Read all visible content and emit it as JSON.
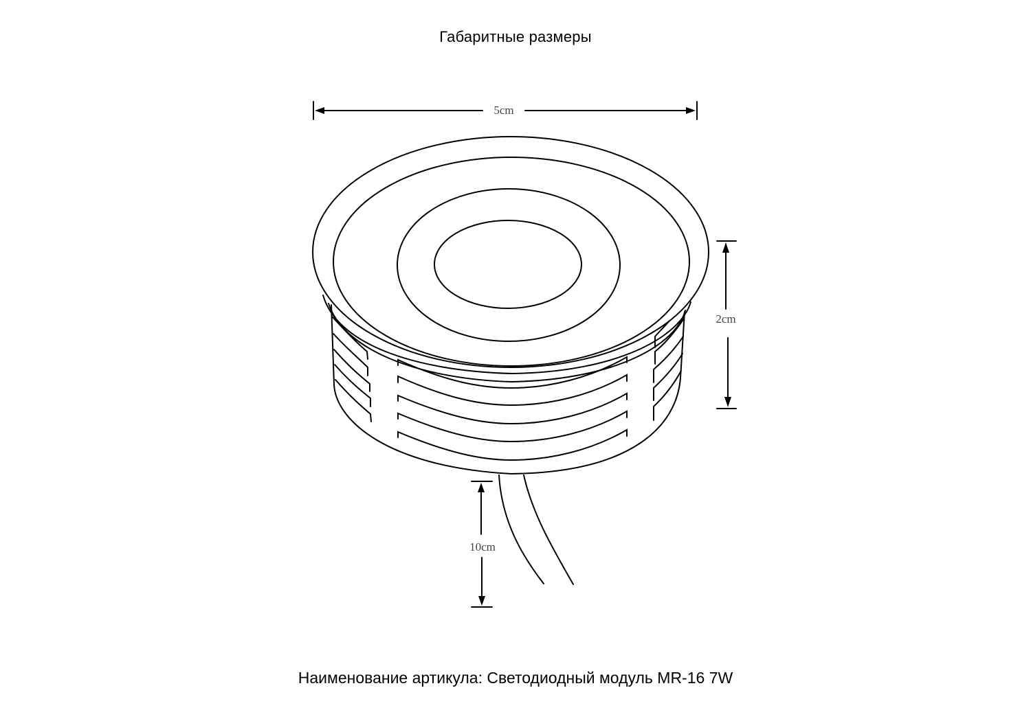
{
  "title": "Габаритные размеры",
  "caption": "Наименование артикула: Светодиодный модуль MR-16 7W",
  "dimensions": {
    "width": {
      "label": "5cm",
      "value": 5,
      "unit": "cm"
    },
    "height": {
      "label": "2cm",
      "value": 2,
      "unit": "cm"
    },
    "cable_length": {
      "label": "10cm",
      "value": 10,
      "unit": "cm"
    }
  },
  "drawing": {
    "subject": "LED module MR-16 recessed housing with ribbed heatsink and two-wire cable",
    "line_color": "#000000",
    "label_color": "#444444",
    "background": "#ffffff"
  }
}
